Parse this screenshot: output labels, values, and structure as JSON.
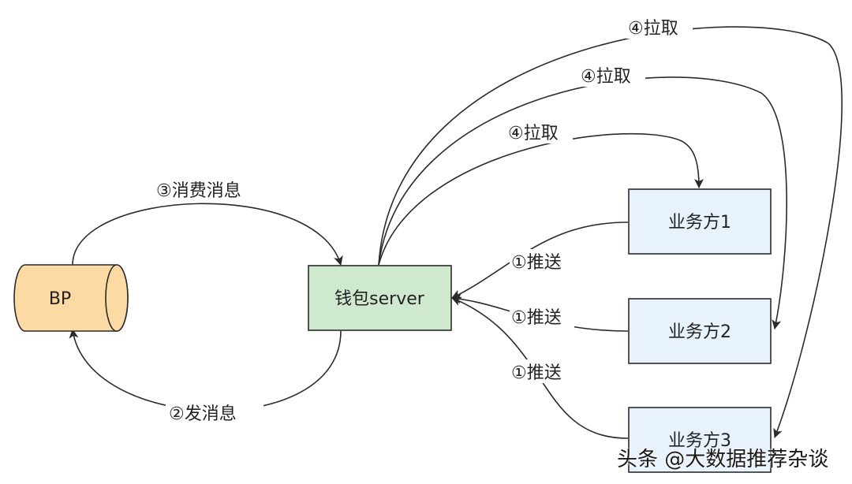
{
  "nodes": {
    "bp": {
      "label": "BP"
    },
    "wallet": {
      "label": "钱包server"
    },
    "biz1": {
      "label": "业务方1"
    },
    "biz2": {
      "label": "业务方2"
    },
    "biz3": {
      "label": "业务方3"
    }
  },
  "edges": {
    "consume": {
      "label": "③消费消息"
    },
    "send": {
      "label": "②发消息"
    },
    "push1": {
      "label": "①推送"
    },
    "push2": {
      "label": "①推送"
    },
    "push3": {
      "label": "①推送"
    },
    "pull1": {
      "label": "④拉取"
    },
    "pull2": {
      "label": "④拉取"
    },
    "pull3": {
      "label": "④拉取"
    }
  },
  "watermark": "头条 @大数据推荐杂谈",
  "colors": {
    "cylinder_fill": "#fdd9a4",
    "cylinder_stroke": "#2b2b2b",
    "wallet_fill": "#cfe9cf",
    "wallet_stroke": "#2b2b2b",
    "biz_fill": "#e8f2fc",
    "biz_stroke": "#2b2b2b",
    "edge": "#2b2b2b"
  }
}
